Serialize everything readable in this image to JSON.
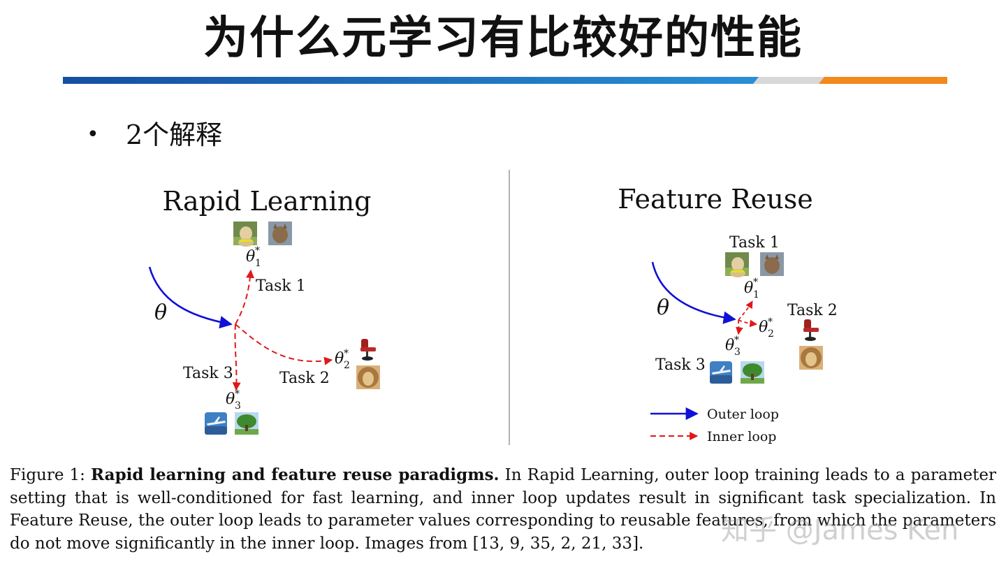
{
  "slide": {
    "title": "为什么元学习有比较好的性能",
    "bullet": "2个解释",
    "bullet_marker": "•"
  },
  "colors": {
    "rule_blue": "#1b5fa8",
    "rule_gray": "#d6d6d6",
    "rule_orange": "#f08a1c",
    "outer_loop": "#1010d8",
    "inner_loop": "#e01818"
  },
  "figure": {
    "left_panel": {
      "title": "Rapid Learning",
      "theta": "θ",
      "task1_label": "Task 1",
      "task2_label": "Task 2",
      "task3_label": "Task 3",
      "theta1": "θ",
      "theta2": "θ",
      "theta3": "θ",
      "sup": "*",
      "sub1": "1",
      "sub2": "2",
      "sub3": "3"
    },
    "right_panel": {
      "title": "Feature Reuse",
      "theta": "θ",
      "task1_label": "Task 1",
      "task2_label": "Task 2",
      "task3_label": "Task 3",
      "theta1": "θ",
      "theta2": "θ",
      "theta3": "θ",
      "sup": "*",
      "sub1": "1",
      "sub2": "2",
      "sub3": "3",
      "legend_outer": "Outer loop",
      "legend_inner": "Inner loop"
    },
    "image_icons": [
      "dog-image",
      "cat-image",
      "chair-image",
      "lion-image",
      "airplane-image",
      "tree-image"
    ]
  },
  "caption": {
    "label": "Figure 1:",
    "bold": "Rapid learning and feature reuse paradigms.",
    "text": "In Rapid Learning, outer loop training leads to a parameter setting that is well-conditioned for fast learning, and inner loop updates result in significant task specialization. In Feature Reuse, the outer loop leads to parameter values corresponding to reusable features, from which the parameters do not move significantly in the inner loop. Images from [13, 9, 35, 2, 21, 33]."
  },
  "watermark": "知乎 @James Ken"
}
